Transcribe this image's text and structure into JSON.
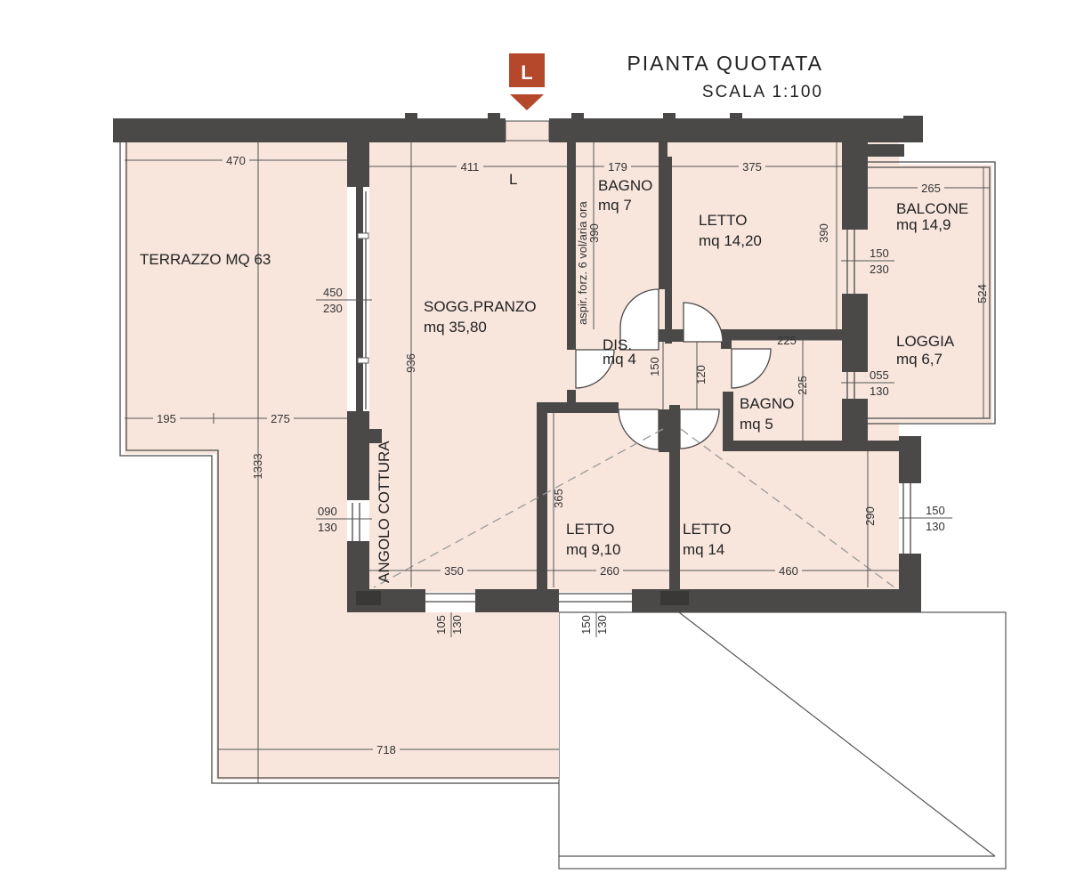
{
  "header": {
    "title": "PIANTA QUOTATA",
    "subtitle": "SCALA 1:100",
    "entrance_marker": "L",
    "entrance_marker_color": "#b5472b"
  },
  "rooms": {
    "terrazzo": "TERRAZZO MQ 63",
    "soggiorno_name": "SOGG.PRANZO",
    "soggiorno_area": "mq 35,80",
    "bagno1_name": "BAGNO",
    "bagno1_area": "mq 7",
    "letto1_name": "LETTO",
    "letto1_area": "mq 14,20",
    "balcone_name": "BALCONE",
    "balcone_area": "mq 14,9",
    "loggia_name": "LOGGIA",
    "loggia_area": "mq 6,7",
    "dis_name": "DIS.",
    "dis_area": "mq 4",
    "bagno2_name": "BAGNO",
    "bagno2_area": "mq 5",
    "letto2_name": "LETTO",
    "letto2_area": "mq 9,10",
    "letto3_name": "LETTO",
    "letto3_area": "mq 14",
    "angolo_cottura": "ANGOLO COTTURA",
    "entrance_label": "L",
    "bagno_note": "aspir. forz. 6 vol/aria ora"
  },
  "dimensions": {
    "d470": "470",
    "d411": "411",
    "d179": "179",
    "d375": "375",
    "d265": "265",
    "d390a": "390",
    "d390b": "390",
    "d524": "524",
    "d936": "936",
    "d1333": "1333",
    "d195": "195",
    "d275": "275",
    "d225a": "225",
    "d225b": "225",
    "d150": "150",
    "d120": "120",
    "d365": "365",
    "d290": "290",
    "d350": "350",
    "d260": "260",
    "d460": "460",
    "d718": "718",
    "w450": "450",
    "w230a": "230",
    "w150a": "150",
    "w230b": "230",
    "w055": "055",
    "w130a": "130",
    "w090": "090",
    "w130b": "130",
    "w150b": "150",
    "w130c": "130",
    "w105": "105",
    "w130d": "130",
    "w150c": "150",
    "w130e": "130"
  },
  "colors": {
    "wall": "#4b4948",
    "floor": "#f8e6dd",
    "marker": "#b5472b"
  }
}
